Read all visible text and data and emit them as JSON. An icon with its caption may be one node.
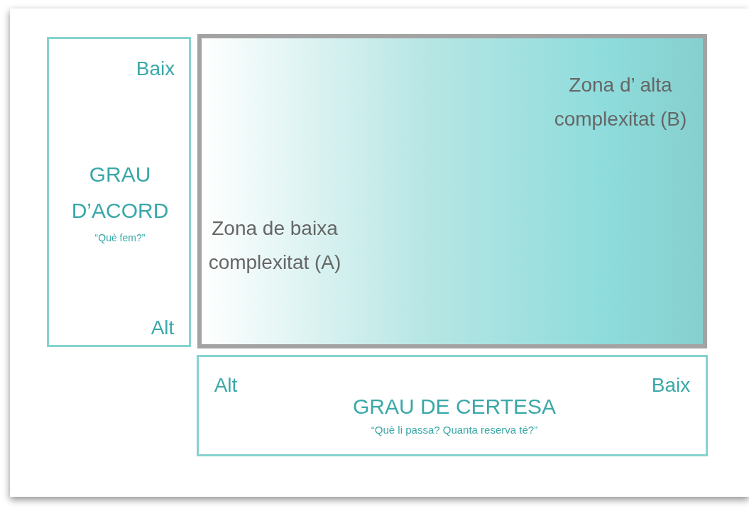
{
  "diagram": {
    "nodes": [
      {
        "text": [
          "Baix",
          "GRAU D’ACORD",
          "“Què fem?”",
          "Alt"
        ]
      },
      {
        "text": [
          "Zona d’ alta complexitat (B)",
          "Zona de baixa complexitat (A)"
        ]
      },
      {
        "text": [
          "Alt",
          "Baix",
          "GRAU DE CERTESA",
          "“Què li passa? Quanta reserva té?”"
        ]
      }
    ]
  }
}
